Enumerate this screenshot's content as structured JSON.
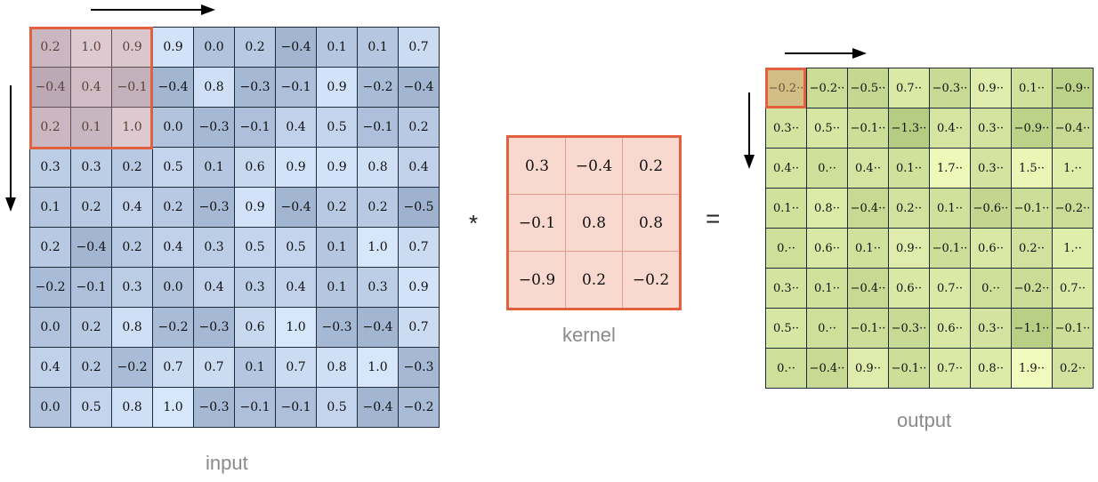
{
  "input": {
    "label": "input",
    "rows": [
      [
        "0.2",
        "1.0",
        "0.9",
        "0.9",
        "0.0",
        "0.2",
        "−0.4",
        "0.1",
        "0.1",
        "0.7"
      ],
      [
        "−0.4",
        "0.4",
        "−0.1",
        "−0.4",
        "0.8",
        "−0.3",
        "−0.1",
        "0.9",
        "−0.2",
        "−0.4"
      ],
      [
        "0.2",
        "0.1",
        "1.0",
        "0.0",
        "−0.3",
        "−0.1",
        "0.4",
        "0.5",
        "−0.1",
        "0.2"
      ],
      [
        "0.3",
        "0.3",
        "0.2",
        "0.5",
        "0.1",
        "0.6",
        "0.9",
        "0.9",
        "0.8",
        "0.4"
      ],
      [
        "0.1",
        "0.2",
        "0.4",
        "0.2",
        "−0.3",
        "0.9",
        "−0.4",
        "0.2",
        "0.2",
        "−0.5"
      ],
      [
        "0.2",
        "−0.4",
        "0.2",
        "0.4",
        "0.3",
        "0.5",
        "0.5",
        "0.1",
        "1.0",
        "0.7"
      ],
      [
        "−0.2",
        "−0.1",
        "0.3",
        "0.0",
        "0.4",
        "0.3",
        "0.4",
        "0.1",
        "0.3",
        "0.9"
      ],
      [
        "0.0",
        "0.2",
        "0.8",
        "−0.2",
        "−0.3",
        "0.6",
        "1.0",
        "−0.3",
        "−0.4",
        "0.7"
      ],
      [
        "0.4",
        "0.2",
        "−0.2",
        "0.7",
        "0.7",
        "0.1",
        "0.7",
        "0.8",
        "1.0",
        "−0.3"
      ],
      [
        "0.0",
        "0.5",
        "0.8",
        "1.0",
        "−0.3",
        "−0.1",
        "−0.1",
        "0.5",
        "−0.4",
        "−0.2"
      ]
    ]
  },
  "kernel": {
    "label": "kernel",
    "rows": [
      [
        "0.3",
        "−0.4",
        "0.2"
      ],
      [
        "−0.1",
        "0.8",
        "0.8"
      ],
      [
        "−0.9",
        "0.2",
        "−0.2"
      ]
    ]
  },
  "output": {
    "label": "output",
    "rows": [
      [
        "−0.2··",
        "−0.2··",
        "−0.5··",
        "0.7··",
        "−0.3··",
        "0.9··",
        "0.1··",
        "−0.9··"
      ],
      [
        "0.3··",
        "0.5··",
        "−0.1··",
        "−1.3··",
        "0.4··",
        "0.3··",
        "−0.9··",
        "−0.4··"
      ],
      [
        "0.4··",
        "0.··",
        "0.4··",
        "0.1··",
        "1.7··",
        "0.3··",
        "1.5··",
        "1.··"
      ],
      [
        "0.1··",
        "0.8··",
        "−0.4··",
        "0.2··",
        "0.1··",
        "−0.6··",
        "−0.1··",
        "−0.2··"
      ],
      [
        "0.··",
        "0.6··",
        "0.1··",
        "0.9··",
        "−0.1··",
        "0.6··",
        "0.2··",
        "1.··"
      ],
      [
        "0.3··",
        "0.1··",
        "−0.4··",
        "0.6··",
        "0.7··",
        "0.··",
        "−0.2··",
        "0.7··"
      ],
      [
        "0.5··",
        "0.··",
        "−0.1··",
        "−0.3··",
        "0.6··",
        "0.3··",
        "−1.1··",
        "−0.1··"
      ],
      [
        "0.··",
        "−0.4··",
        "0.9··",
        "−0.1··",
        "0.7··",
        "0.8··",
        "1.9··",
        "0.2··"
      ]
    ]
  },
  "operators": {
    "convolve": "*",
    "equals": "="
  },
  "colors": {
    "highlight_border": "#e2603e",
    "kernel_fill": "#f9d8cf",
    "input_low": "#9eb1ce",
    "input_high": "#d6e6fb",
    "output_low": "#b6cc82",
    "output_high": "#f1fbbd"
  },
  "icons": {
    "input_arrow_right": "arrow-right-icon",
    "input_arrow_down": "arrow-down-icon",
    "output_arrow_right": "arrow-right-icon",
    "output_arrow_down": "arrow-down-icon"
  }
}
